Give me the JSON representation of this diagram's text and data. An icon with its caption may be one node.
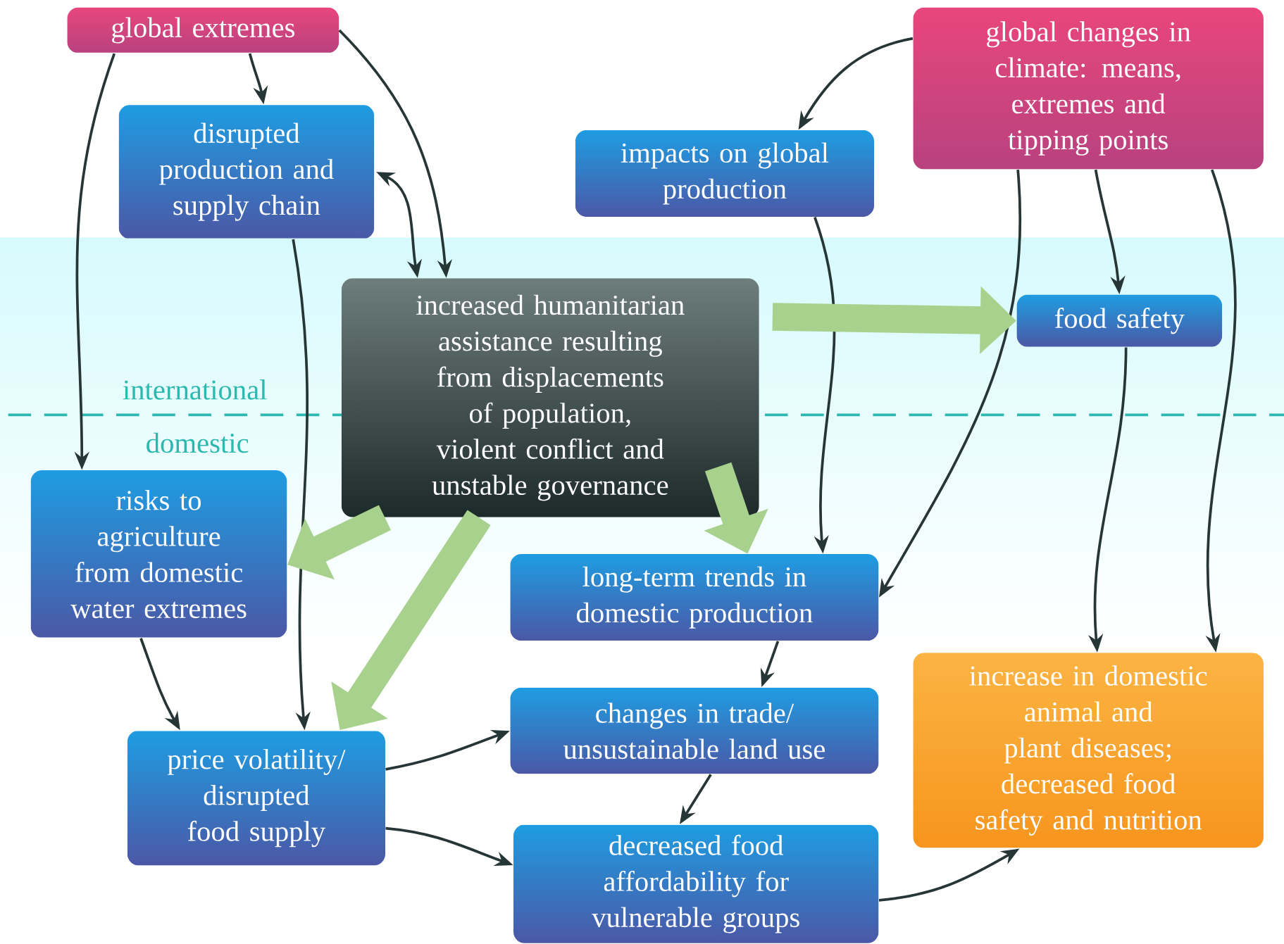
{
  "diagram": {
    "nodes": [
      {
        "text": [
          "global extremes"
        ]
      },
      {
        "text": [
          "disrupted production and supply chain"
        ]
      },
      {
        "text": [
          "impacts on global production"
        ]
      },
      {
        "text": [
          "global changes in climate: means, extremes and tipping points"
        ]
      },
      {
        "text": [
          "increased humanitarian assistance resulting from displacements of population, violent conflict and unstable governance"
        ]
      },
      {
        "text": [
          "food safety"
        ]
      },
      {
        "text": [
          "risks to agriculture from domestic water extremes"
        ]
      },
      {
        "text": [
          "long-term trends in domestic production"
        ]
      },
      {
        "text": [
          "price volatility/ disrupted food supply"
        ]
      },
      {
        "text": [
          "changes in trade/ unsustainable land use"
        ]
      },
      {
        "text": [
          "decreased food affordability for vulnerable groups"
        ]
      },
      {
        "text": [
          "increase in domestic animal and plant diseases; decreased food safety and nutrition"
        ]
      }
    ],
    "edges": [
      {
        "from": 0,
        "to": 1,
        "arrow": "to"
      },
      {
        "from": 0,
        "to": 6,
        "arrow": "to"
      },
      {
        "from": 0,
        "to": 4,
        "arrow": "to"
      },
      {
        "from": 1,
        "to": 4,
        "arrow": "both"
      },
      {
        "from": 1,
        "to": 8,
        "arrow": "to"
      },
      {
        "from": 3,
        "to": 2,
        "arrow": "to"
      },
      {
        "from": 3,
        "to": 5,
        "arrow": "to"
      },
      {
        "from": 3,
        "to": 7,
        "arrow": "to"
      },
      {
        "from": 3,
        "to": 11,
        "arrow": "to"
      },
      {
        "from": 2,
        "to": 7,
        "arrow": "to"
      },
      {
        "from": 5,
        "to": 11,
        "arrow": "to"
      },
      {
        "from": 4,
        "to": 5,
        "arrow": "to",
        "style": "thick",
        "color": "#a9d18e"
      },
      {
        "from": 4,
        "to": 7,
        "arrow": "to",
        "style": "thick",
        "color": "#a9d18e"
      },
      {
        "from": 4,
        "to": 6,
        "arrow": "to",
        "style": "thick",
        "color": "#a9d18e"
      },
      {
        "from": 4,
        "to": 8,
        "arrow": "to",
        "style": "thick",
        "color": "#a9d18e"
      },
      {
        "from": 6,
        "to": 8,
        "arrow": "to"
      },
      {
        "from": 8,
        "to": 9,
        "arrow": "to"
      },
      {
        "from": 8,
        "to": 10,
        "arrow": "to"
      },
      {
        "from": 7,
        "to": 9,
        "arrow": "to"
      },
      {
        "from": 9,
        "to": 10,
        "arrow": "to"
      },
      {
        "from": 10,
        "to": 11,
        "arrow": "to"
      }
    ],
    "labels": [
      "international",
      "domestic"
    ]
  }
}
